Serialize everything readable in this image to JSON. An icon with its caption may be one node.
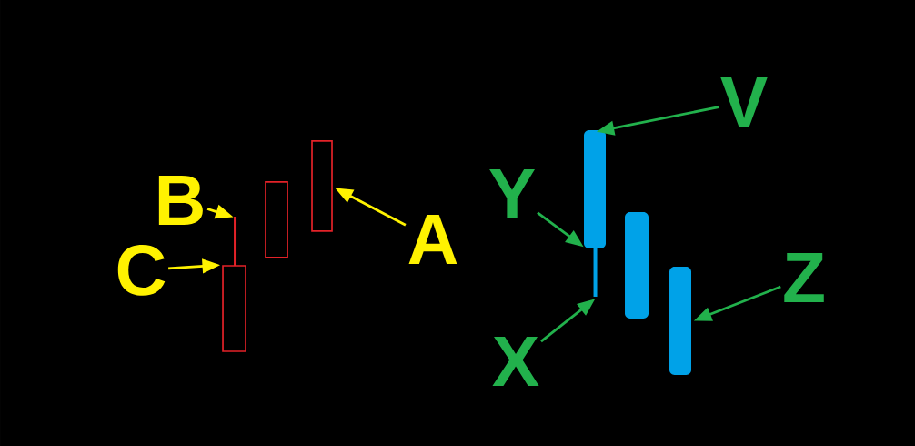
{
  "diagram": {
    "nodes": [
      {
        "text": [
          "B"
        ]
      },
      {
        "text": [
          "C"
        ]
      },
      {
        "text": [],
        "shape": "bar"
      },
      {
        "text": [],
        "shape": "box"
      },
      {
        "text": [],
        "shape": "box"
      },
      {
        "text": [],
        "shape": "box"
      },
      {
        "text": [
          "A"
        ]
      },
      {
        "text": [
          "Y"
        ]
      },
      {
        "text": [
          "X"
        ]
      },
      {
        "text": [],
        "shape": "box"
      },
      {
        "text": [],
        "shape": "bar"
      },
      {
        "text": [],
        "shape": "box"
      },
      {
        "text": [],
        "shape": "box"
      },
      {
        "text": [
          "V"
        ]
      },
      {
        "text": [
          "Z"
        ]
      }
    ],
    "edges": [
      {
        "from": 0,
        "to": 2,
        "arrow": "to",
        "color": "#fff200"
      },
      {
        "from": 1,
        "to": 3,
        "arrow": "to",
        "color": "#fff200"
      },
      {
        "from": 6,
        "to": 5,
        "arrow": "to",
        "color": "#fff200"
      },
      {
        "from": 13,
        "to": 9,
        "arrow": "to"
      },
      {
        "from": 7,
        "to": 9,
        "arrow": "to"
      },
      {
        "from": 8,
        "to": 10,
        "arrow": "to"
      },
      {
        "from": 14,
        "to": 12,
        "arrow": "to"
      }
    ]
  }
}
